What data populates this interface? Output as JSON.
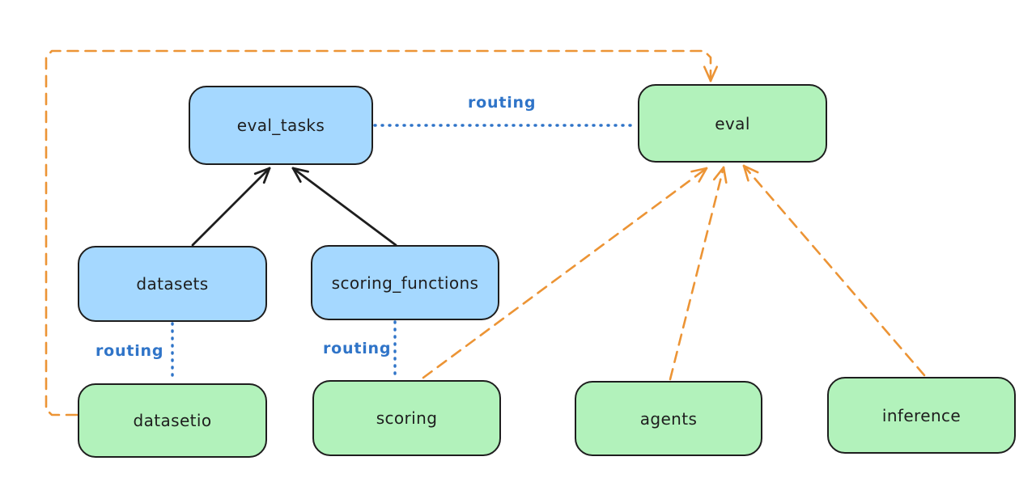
{
  "diagram": {
    "background": "#ffffff",
    "colors": {
      "node_border": "#1e1e1e",
      "resource_fill_blue": "#a5d8ff",
      "provider_fill_green": "#b2f2bb",
      "routing_blue": "#2f74c8",
      "dashed_orange": "#ec9435",
      "solid_black": "#1e1e1e"
    },
    "nodes": [
      {
        "id": "eval_tasks",
        "label": "eval_tasks",
        "fill": "#a5d8ff"
      },
      {
        "id": "eval",
        "label": "eval",
        "fill": "#b2f2bb"
      },
      {
        "id": "datasets",
        "label": "datasets",
        "fill": "#a5d8ff"
      },
      {
        "id": "scoring_functions",
        "label": "scoring_functions",
        "fill": "#a5d8ff"
      },
      {
        "id": "datasetio",
        "label": "datasetio",
        "fill": "#b2f2bb"
      },
      {
        "id": "scoring",
        "label": "scoring",
        "fill": "#b2f2bb"
      },
      {
        "id": "agents",
        "label": "agents",
        "fill": "#b2f2bb"
      },
      {
        "id": "inference",
        "label": "inference",
        "fill": "#b2f2bb"
      }
    ],
    "edges": [
      {
        "from": "datasets",
        "to": "eval_tasks",
        "style": "solid",
        "color": "#1e1e1e",
        "label": ""
      },
      {
        "from": "scoring_functions",
        "to": "eval_tasks",
        "style": "solid",
        "color": "#1e1e1e",
        "label": ""
      },
      {
        "from": "eval_tasks",
        "to": "eval",
        "style": "dotted",
        "color": "#2f74c8",
        "label": "routing"
      },
      {
        "from": "datasets",
        "to": "datasetio",
        "style": "dotted",
        "color": "#2f74c8",
        "label": "routing"
      },
      {
        "from": "scoring_functions",
        "to": "scoring",
        "style": "dotted",
        "color": "#2f74c8",
        "label": "routing"
      },
      {
        "from": "datasetio",
        "to": "eval",
        "style": "dashed",
        "color": "#ec9435",
        "label": ""
      },
      {
        "from": "scoring",
        "to": "eval",
        "style": "dashed",
        "color": "#ec9435",
        "label": ""
      },
      {
        "from": "agents",
        "to": "eval",
        "style": "dashed",
        "color": "#ec9435",
        "label": ""
      },
      {
        "from": "inference",
        "to": "eval",
        "style": "dashed",
        "color": "#ec9435",
        "label": ""
      }
    ]
  }
}
